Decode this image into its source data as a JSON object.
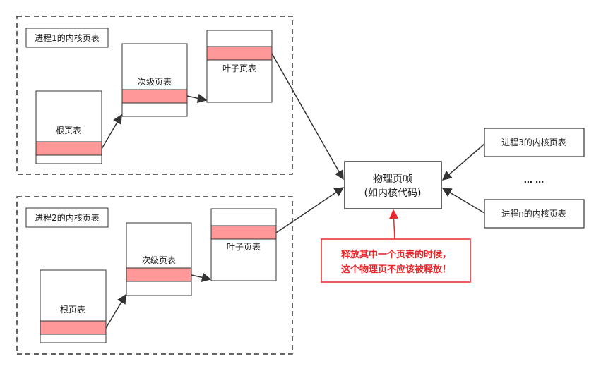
{
  "process1": {
    "title": "进程1的内核页表",
    "root_label": "根页表",
    "mid_label": "次级页表",
    "leaf_label": "叶子页表"
  },
  "process2": {
    "title": "进程2的内核页表",
    "root_label": "根页表",
    "mid_label": "次级页表",
    "leaf_label": "叶子页表"
  },
  "physical_frame": {
    "line1": "物理页帧",
    "line2": "(如内核代码)"
  },
  "process3": {
    "title": "进程3的内核页表"
  },
  "ellipsis": "… …",
  "processn": {
    "title": "进程n的内核页表"
  },
  "warning": {
    "line1": "释放其中一个页表的时候，",
    "line2": "这个物理页不应该被释放！"
  },
  "colors": {
    "entry_fill": "#ff9999",
    "warning": "#e8282b",
    "border": "#333333"
  }
}
